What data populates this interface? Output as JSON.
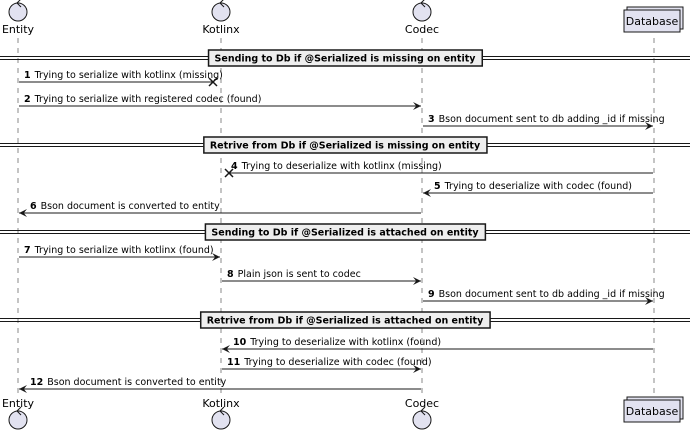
{
  "participants": [
    {
      "id": "entity",
      "label": "Entity",
      "shape": "control-circle"
    },
    {
      "id": "kotlinx",
      "label": "Kotlinx",
      "shape": "control-circle"
    },
    {
      "id": "codec",
      "label": "Codec",
      "shape": "control-circle"
    },
    {
      "id": "database",
      "label": "Database",
      "shape": "collections-box"
    }
  ],
  "dividers": [
    {
      "label": "Sending to Db if @Serialized is missing on entity"
    },
    {
      "label": "Retrive from Db if @Serialized is missing on entity"
    },
    {
      "label": "Sending to Db if @Serialized is attached on entity"
    },
    {
      "label": "Retrive from Db if @Serialized is attached on entity"
    }
  ],
  "messages": [
    {
      "num": "1",
      "text": "Trying to serialize with kotlinx (missing)",
      "from": "entity",
      "to": "kotlinx",
      "lost": true
    },
    {
      "num": "2",
      "text": "Trying to serialize with registered codec (found)",
      "from": "entity",
      "to": "codec",
      "lost": false
    },
    {
      "num": "3",
      "text": "Bson document sent to db adding _id if missing",
      "from": "codec",
      "to": "database",
      "lost": false
    },
    {
      "num": "4",
      "text": "Trying to deserialize with kotlinx (missing)",
      "from": "database",
      "to": "kotlinx",
      "lost": true
    },
    {
      "num": "5",
      "text": "Trying to deserialize with codec (found)",
      "from": "database",
      "to": "codec",
      "lost": false
    },
    {
      "num": "6",
      "text": "Bson document is converted to entity",
      "from": "codec",
      "to": "entity",
      "lost": false
    },
    {
      "num": "7",
      "text": "Trying to serialize with kotlinx (found)",
      "from": "entity",
      "to": "kotlinx",
      "lost": false
    },
    {
      "num": "8",
      "text": "Plain json is sent to codec",
      "from": "kotlinx",
      "to": "codec",
      "lost": false
    },
    {
      "num": "9",
      "text": "Bson document sent to db adding _id if missing",
      "from": "codec",
      "to": "database",
      "lost": false
    },
    {
      "num": "10",
      "text": "Trying to deserialize with kotlinx (found)",
      "from": "database",
      "to": "kotlinx",
      "lost": false
    },
    {
      "num": "11",
      "text": "Trying to deserialize with codec (found)",
      "from": "kotlinx",
      "to": "codec",
      "lost": false
    },
    {
      "num": "12",
      "text": "Bson document is converted to entity",
      "from": "codec",
      "to": "entity",
      "lost": false
    }
  ],
  "colors": {
    "participant_fill": "#e2e2f0",
    "participant_stroke": "#181818",
    "divider_fill": "#eeeeee",
    "lifeline": "#888888"
  }
}
